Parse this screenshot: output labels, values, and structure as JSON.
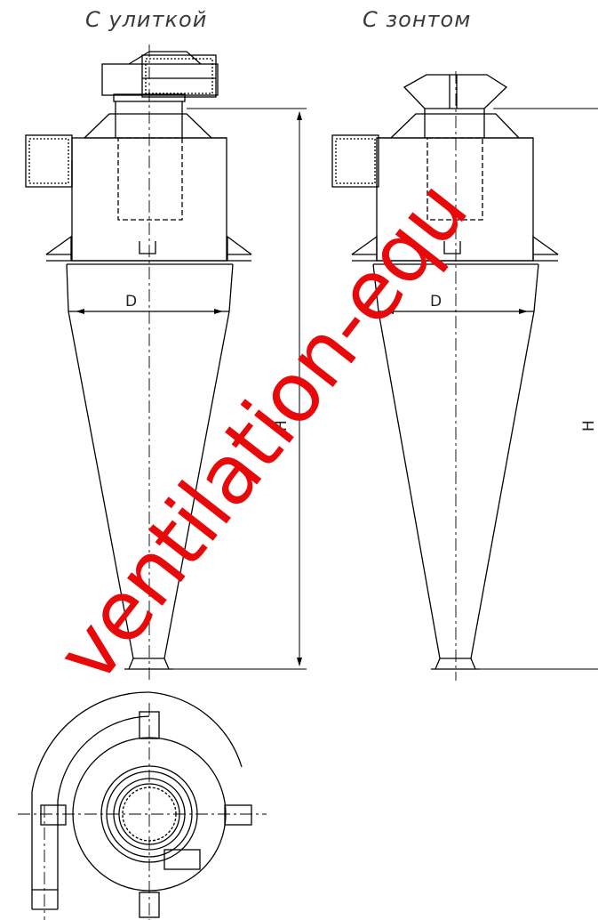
{
  "captions": {
    "left": "С улиткой",
    "right": "С зонтом"
  },
  "dimensions": {
    "diameter_label": "D",
    "height_label": "H"
  },
  "watermark": {
    "text": "ventilation-equ",
    "color": "#e8090b"
  },
  "drawing": {
    "line_color": "#000000",
    "elements": [
      "cyclone-with-volute-elevation",
      "cyclone-with-umbrella-elevation",
      "cyclone-plan-view"
    ]
  }
}
